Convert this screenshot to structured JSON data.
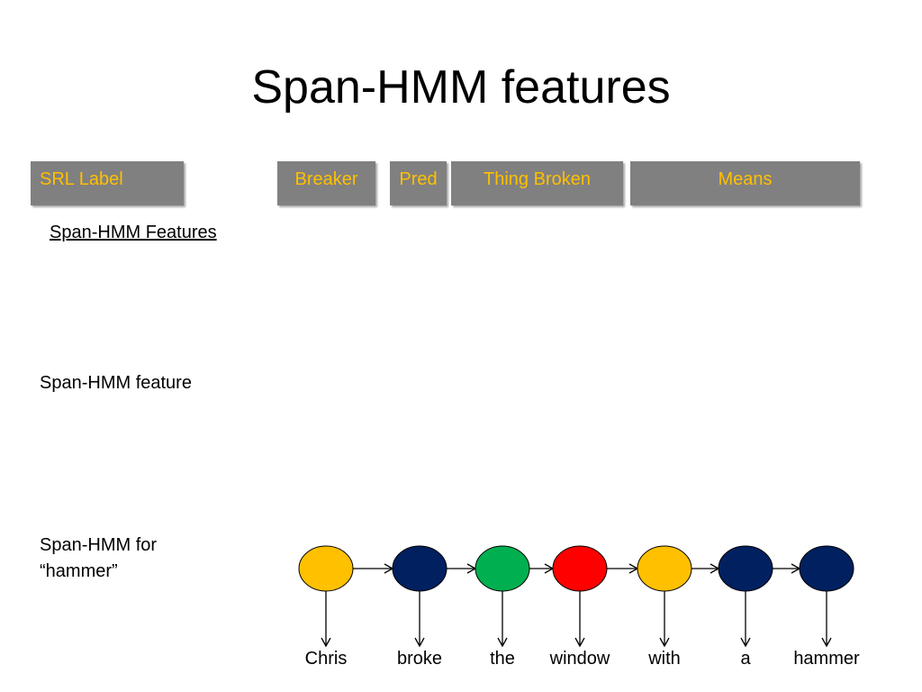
{
  "title": "Span-HMM features",
  "label_row": {
    "srl_label": "SRL Label",
    "boxes": [
      "Breaker",
      "Pred",
      "Thing Broken",
      "Means"
    ]
  },
  "section_heading": "Span-HMM Features",
  "feature_label": "Span-HMM feature",
  "hmm_label": "Span-HMM for “hammer”",
  "colors": {
    "box_fill": "#808080",
    "box_text": "#ffc000",
    "yellow": "#ffc000",
    "navy": "#002060",
    "green": "#00b050",
    "red": "#ff0000"
  },
  "hmm": {
    "nodes": [
      {
        "word": "Chris",
        "color": "yellow"
      },
      {
        "word": "broke",
        "color": "navy"
      },
      {
        "word": "the",
        "color": "green"
      },
      {
        "word": "window",
        "color": "red"
      },
      {
        "word": "with",
        "color": "yellow"
      },
      {
        "word": "a",
        "color": "navy"
      },
      {
        "word": "hammer",
        "color": "navy"
      }
    ]
  }
}
